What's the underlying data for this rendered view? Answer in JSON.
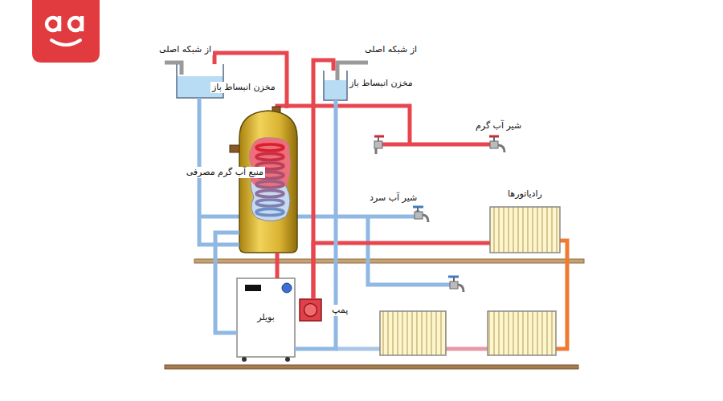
{
  "diagram": {
    "nodes": [
      {
        "text": [
          "مخزن انبساط باز"
        ]
      },
      {
        "text": [
          "مخزن انبساط باز"
        ]
      },
      {
        "text": [
          "منبع آب گرم مصرفی"
        ]
      },
      {
        "text": [
          "بویلر"
        ]
      },
      {
        "text": [
          "پمپ"
        ]
      },
      {
        "text": [
          "رادیاتورها"
        ]
      }
    ],
    "edges": [
      {
        "from": 0,
        "to": 2,
        "arrow": "none"
      },
      {
        "from": 3,
        "to": 2,
        "arrow": "none"
      },
      {
        "from": 4,
        "to": 5,
        "arrow": "none"
      },
      {
        "from": 1,
        "to": 3,
        "arrow": "none"
      },
      {
        "from": 4,
        "to": 1,
        "arrow": "none"
      },
      {
        "from": 2,
        "to": 0,
        "arrow": "none"
      },
      {
        "from": 2,
        "to": 3,
        "arrow": "none"
      }
    ],
    "labels": [
      "از شبکه اصلی",
      "از شبکه اصلی",
      "شیر آب گرم",
      "شیر آب سرد"
    ]
  }
}
